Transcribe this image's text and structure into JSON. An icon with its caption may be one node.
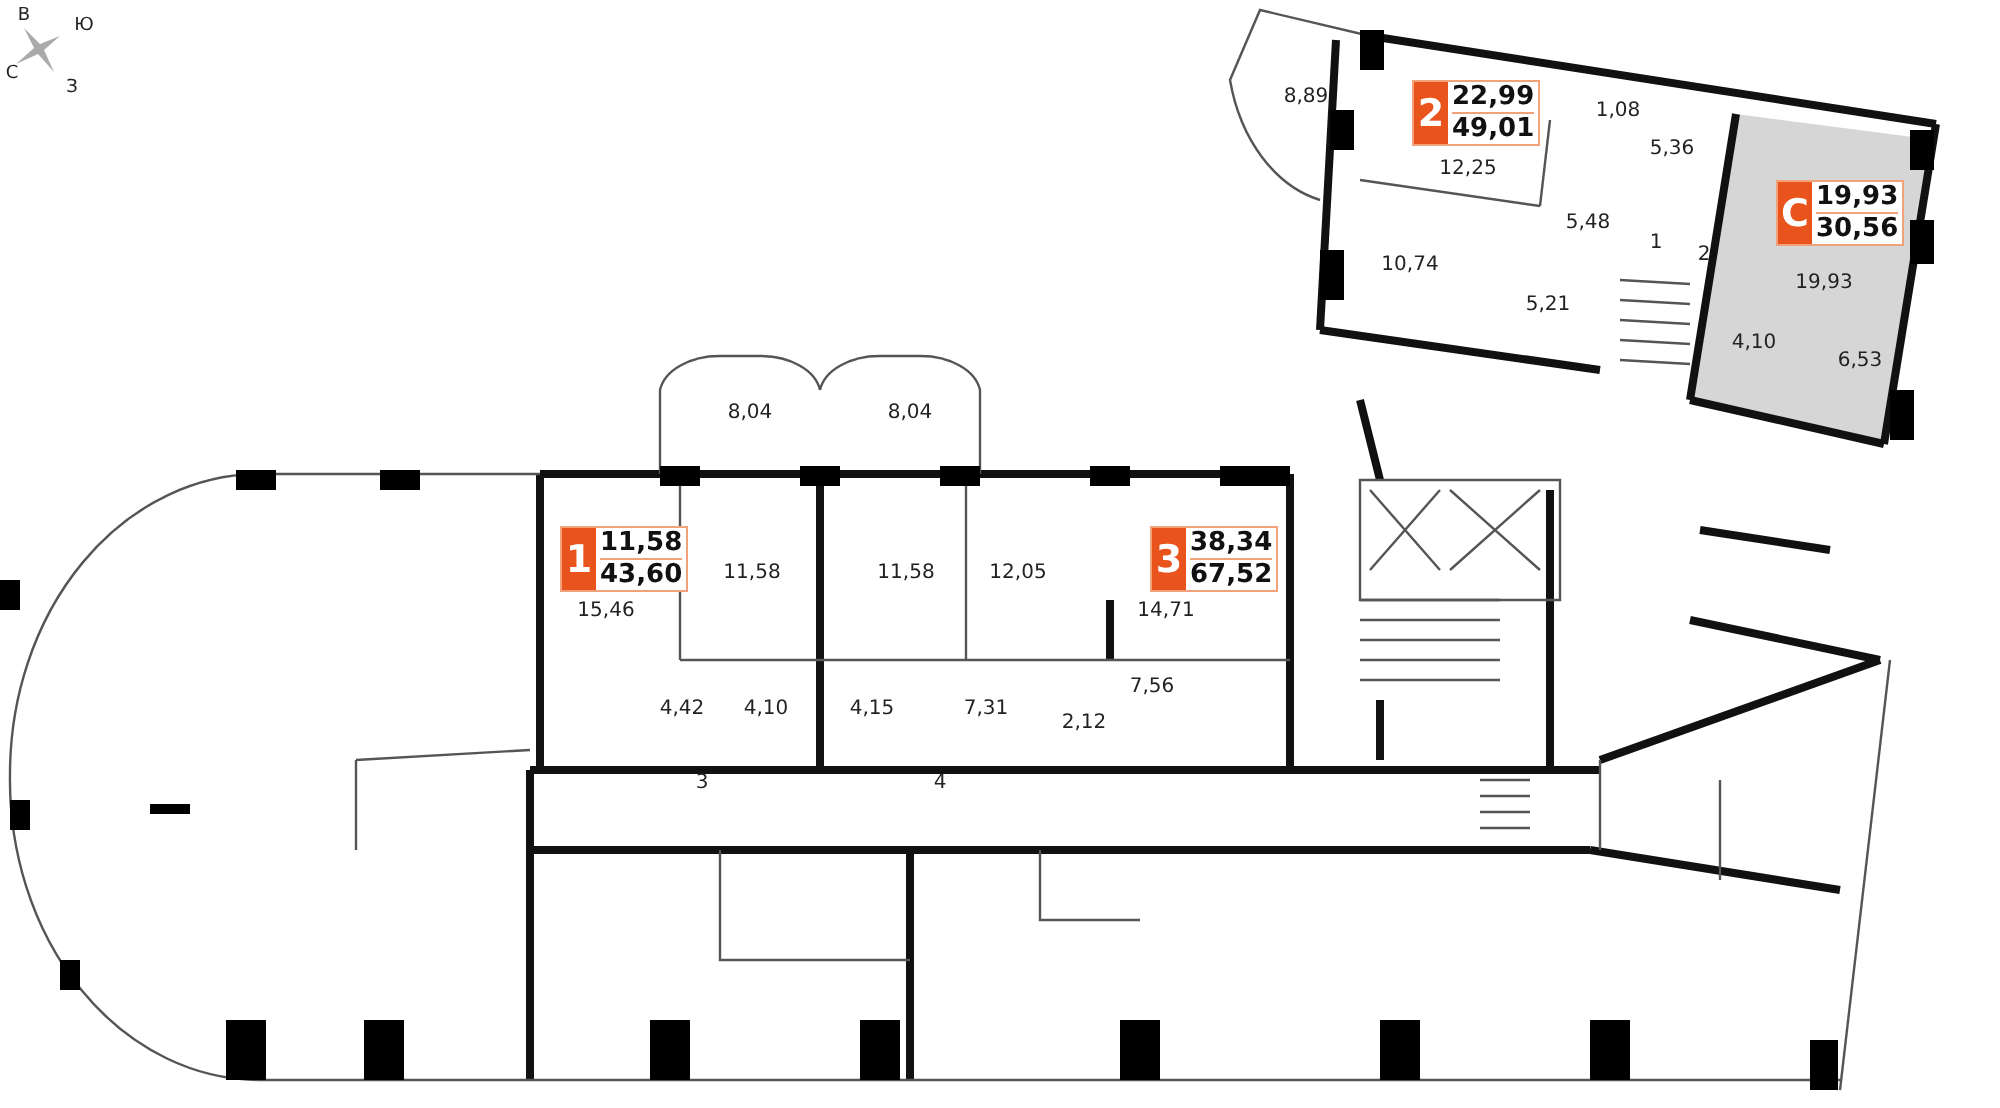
{
  "diagram": {
    "nodes": [
      {
        "text": [
          "2",
          "22,99",
          "49,01"
        ]
      },
      {
        "text": [
          "С",
          "19,93",
          "30,56"
        ]
      },
      {
        "text": [
          "1",
          "11,58",
          "43,60"
        ]
      },
      {
        "text": [
          "3",
          "38,34",
          "67,52"
        ]
      }
    ],
    "labels": [
      "В",
      "Ю",
      "С",
      "З",
      "8,89",
      "1,08",
      "5,36",
      "12,25",
      "5,48",
      "1",
      "2",
      "10,74",
      "19,93",
      "5,21",
      "4,10",
      "6,53",
      "8,04",
      "8,04",
      "11,58",
      "11,58",
      "12,05",
      "15,46",
      "14,71",
      "7,56",
      "4,42",
      "4,10",
      "4,15",
      "7,31",
      "2,12",
      "3",
      "4"
    ]
  }
}
